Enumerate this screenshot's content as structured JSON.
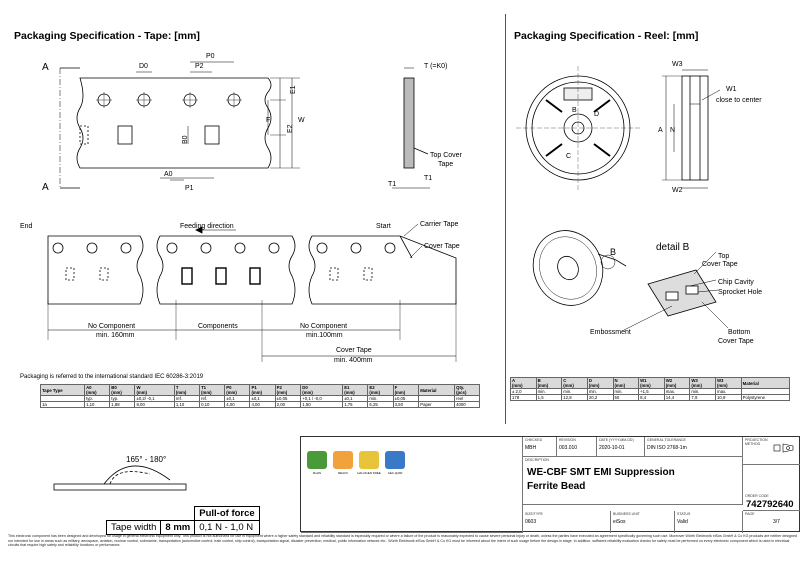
{
  "tape_section": {
    "heading": "Packaging Specification - Tape: [mm]",
    "labels": {
      "a": "A",
      "d0": "D0",
      "p0": "P0",
      "p2": "P2",
      "b0": "B0",
      "a0": "A0",
      "p1": "P1",
      "e1": "E1",
      "f": "F",
      "e2": "E2",
      "w": "W",
      "t": "T (=K0)",
      "t1": "T1",
      "top_cover": "Top Cover",
      "tape": "Tape",
      "end": "End",
      "feeding": "Feeding direction",
      "start": "Start",
      "carrier_tape": "Carrier Tape",
      "cover_tape": "Cover Tape",
      "no_component": "No Component",
      "min160": "min. 160mm",
      "components": "Components",
      "min100": "min.100mm",
      "cover_tape2": "Cover Tape",
      "min400": "min. 400mm"
    },
    "standard_note": "Packaging is referred to the international standard IEC 60286-3:2019",
    "table": {
      "headers": [
        [
          "Tape Type",
          ""
        ],
        [
          "A0",
          "(mm)"
        ],
        [
          "B0",
          "(mm)"
        ],
        [
          "W",
          "(mm)"
        ],
        [
          "T",
          "(mm)"
        ],
        [
          "T1",
          "(mm)"
        ],
        [
          "P0",
          "(mm)"
        ],
        [
          "P1",
          "(mm)"
        ],
        [
          "P2",
          "(mm)"
        ],
        [
          "D0",
          "(mm)"
        ],
        [
          "E1",
          "(mm)"
        ],
        [
          "E2",
          "(mm)"
        ],
        [
          "F",
          "(mm)"
        ],
        [
          "Material",
          ""
        ],
        [
          "Qty.",
          "(pcs)"
        ]
      ],
      "row_tol": [
        "",
        "typ.",
        "typ.",
        "±0,2/ -0,1",
        "ref.",
        "ref.",
        "±0,1",
        "±0,1",
        "±0,05",
        "+0,1 / -0,0",
        "±0,1",
        "min.",
        "±0,05",
        "",
        "reel"
      ],
      "row_val": [
        "1a",
        "1,10",
        "1,88",
        "8,00",
        "",
        "1,10",
        "0,10",
        "4,00",
        "4,00",
        "2,00",
        "1,50",
        "1,75",
        "6,25",
        "3,50",
        "Paper",
        "4000"
      ]
    }
  },
  "reel_section": {
    "heading": "Packaging Specification - Reel: [mm]",
    "labels": {
      "w3": "W3",
      "w1": "W1",
      "close": "close to center",
      "a": "A",
      "n": "N",
      "w2": "W2",
      "b": "B",
      "c": "C",
      "d": "D",
      "detail": "detail B",
      "top_cover": "Top",
      "top_cover2": "Cover Tape",
      "chip_cavity": "Chip Cavity",
      "sprocket": "Sprocket Hole",
      "embossment": "Embossment",
      "bottom": "Bottom",
      "bottom2": "Cover Tape"
    },
    "table": {
      "headers": [
        [
          "A",
          "(mm)"
        ],
        [
          "B",
          "(mm)"
        ],
        [
          "C",
          "(mm)"
        ],
        [
          "D",
          "(mm)"
        ],
        [
          "N",
          "(mm)"
        ],
        [
          "W1",
          "(mm)"
        ],
        [
          "W2",
          "(mm)"
        ],
        [
          "W3",
          "(mm)"
        ],
        [
          "W3",
          "(mm)"
        ],
        [
          "Material",
          ""
        ]
      ],
      "row_tol": [
        "± 2,0",
        "min.",
        "min.",
        "min.",
        "min.",
        "+1,5",
        "max.",
        "min.",
        "max.",
        ""
      ],
      "row_val": [
        "178",
        "1,5",
        "12,8",
        "20,2",
        "50",
        "8,4",
        "14,4",
        "7,9",
        "10,9",
        "Polystyrene"
      ]
    }
  },
  "peel": {
    "angle": "165° - 180°",
    "pull_header": "Pull-of force",
    "tape_width_label": "Tape width",
    "tape_width_value": "8 mm",
    "force_value": "0,1 N - 1,0 N"
  },
  "title_block": {
    "checked_label": "CHECKED",
    "checked": "MBH",
    "revision_label": "REVISION",
    "revision": "003.010",
    "date_label": "DATE (YYYY-MM-DD)",
    "date": "2020-10-01",
    "tolerance_label": "GENERAL TOLERANCE",
    "tolerance": "DIN ISO 2768-1m",
    "projection_label": "PROJECTION METHOD",
    "description_label": "DESCRIPTION",
    "title1": "WE-CBF SMT EMI Suppression",
    "title2": "Ferrite Bead",
    "order_label": "ORDER CODE",
    "order": "742792640",
    "size_label": "SIZE/TYPE",
    "size": "0603",
    "business_label": "BUSINESS UNIT",
    "business": "eiSos",
    "status_label": "STATUS",
    "status": "Valid",
    "page_label": "PAGE",
    "page": "3/7",
    "certs": [
      "RoHS",
      "REACh",
      "HALOGEN FREE",
      "AEC-Q200"
    ]
  },
  "footer": "This electronic component has been designed and developed for usage in general electronic equipment only. This product is not authorized for use in equipment where a higher safety standard and reliability standard is especially required or where a failure of the product is reasonably expected to cause severe personal injury or death, unless the parties have executed an agreement specifically governing such use. Moreover Würth Elektronik eiSos GmbH & Co KG products are neither designed nor intended for use in areas such as military, aerospace, aviation, nuclear control, submarine, transportation (automotive control, train control, ship control), transportation signal, disaster prevention, medical, public information network etc.. Würth Elektronik eiSos GmbH & Co KG must be informed about the intent of such usage before the design-in stage. In addition, sufficient reliability evaluation checks for safety must be performed on every electronic component which is used in electrical circuits that require high safety and reliability functions or performance."
}
